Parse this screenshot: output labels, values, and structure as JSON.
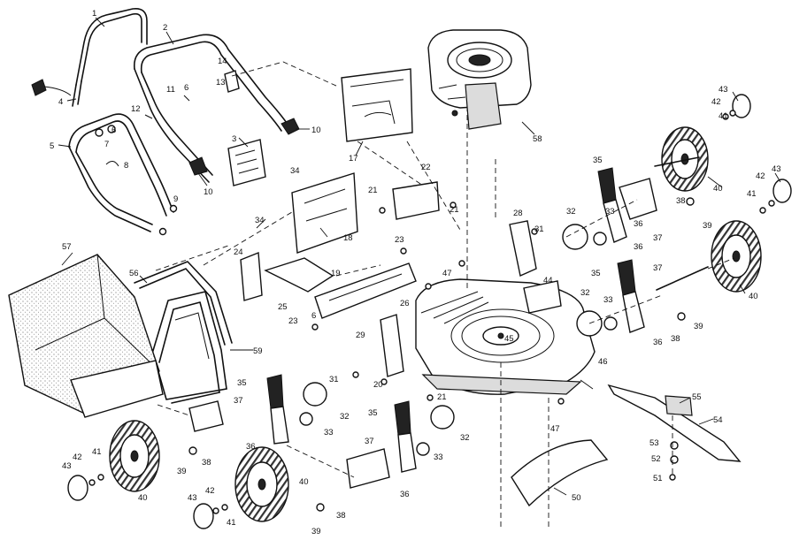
{
  "callouts": [
    {
      "id": "c1",
      "text": "1"
    },
    {
      "id": "c2",
      "text": "2"
    },
    {
      "id": "c3",
      "text": "3"
    },
    {
      "id": "c4",
      "text": "4"
    },
    {
      "id": "c5",
      "text": "5"
    },
    {
      "id": "c6a",
      "text": "6"
    },
    {
      "id": "c6b",
      "text": "6"
    },
    {
      "id": "c6c",
      "text": "6"
    },
    {
      "id": "c7",
      "text": "7"
    },
    {
      "id": "c8",
      "text": "8"
    },
    {
      "id": "c9",
      "text": "9"
    },
    {
      "id": "c10a",
      "text": "10"
    },
    {
      "id": "c10b",
      "text": "10"
    },
    {
      "id": "c11",
      "text": "11"
    },
    {
      "id": "c12",
      "text": "12"
    },
    {
      "id": "c13",
      "text": "13"
    },
    {
      "id": "c14",
      "text": "14"
    },
    {
      "id": "c17",
      "text": "17"
    },
    {
      "id": "c18",
      "text": "18"
    },
    {
      "id": "c19",
      "text": "19"
    },
    {
      "id": "c20",
      "text": "20"
    },
    {
      "id": "c21a",
      "text": "21"
    },
    {
      "id": "c21b",
      "text": "21"
    },
    {
      "id": "c21c",
      "text": "21"
    },
    {
      "id": "c22",
      "text": "22"
    },
    {
      "id": "c23a",
      "text": "23"
    },
    {
      "id": "c23b",
      "text": "23"
    },
    {
      "id": "c24",
      "text": "24"
    },
    {
      "id": "c25",
      "text": "25"
    },
    {
      "id": "c26",
      "text": "26"
    },
    {
      "id": "c28",
      "text": "28"
    },
    {
      "id": "c29",
      "text": "29"
    },
    {
      "id": "c31a",
      "text": "31"
    },
    {
      "id": "c31b",
      "text": "31"
    },
    {
      "id": "c32a",
      "text": "32"
    },
    {
      "id": "c32b",
      "text": "32"
    },
    {
      "id": "c32c",
      "text": "32"
    },
    {
      "id": "c32d",
      "text": "32"
    },
    {
      "id": "c33a",
      "text": "33"
    },
    {
      "id": "c33b",
      "text": "33"
    },
    {
      "id": "c33c",
      "text": "33"
    },
    {
      "id": "c33d",
      "text": "33"
    },
    {
      "id": "c34a",
      "text": "34"
    },
    {
      "id": "c34b",
      "text": "34"
    },
    {
      "id": "c35a",
      "text": "35"
    },
    {
      "id": "c35b",
      "text": "35"
    },
    {
      "id": "c35c",
      "text": "35"
    },
    {
      "id": "c35d",
      "text": "35"
    },
    {
      "id": "c36a",
      "text": "36"
    },
    {
      "id": "c36b",
      "text": "36"
    },
    {
      "id": "c36c",
      "text": "36"
    },
    {
      "id": "c36d",
      "text": "36"
    },
    {
      "id": "c36e",
      "text": "36"
    },
    {
      "id": "c37a",
      "text": "37"
    },
    {
      "id": "c37b",
      "text": "37"
    },
    {
      "id": "c37c",
      "text": "37"
    },
    {
      "id": "c37d",
      "text": "37"
    },
    {
      "id": "c38a",
      "text": "38"
    },
    {
      "id": "c38b",
      "text": "38"
    },
    {
      "id": "c38c",
      "text": "38"
    },
    {
      "id": "c38d",
      "text": "38"
    },
    {
      "id": "c39a",
      "text": "39"
    },
    {
      "id": "c39b",
      "text": "39"
    },
    {
      "id": "c39c",
      "text": "39"
    },
    {
      "id": "c39d",
      "text": "39"
    },
    {
      "id": "c40a",
      "text": "40"
    },
    {
      "id": "c40b",
      "text": "40"
    },
    {
      "id": "c40c",
      "text": "40"
    },
    {
      "id": "c40d",
      "text": "40"
    },
    {
      "id": "c41a",
      "text": "41"
    },
    {
      "id": "c41b",
      "text": "41"
    },
    {
      "id": "c41c",
      "text": "41"
    },
    {
      "id": "c41d",
      "text": "41"
    },
    {
      "id": "c42a",
      "text": "42"
    },
    {
      "id": "c42b",
      "text": "42"
    },
    {
      "id": "c42c",
      "text": "42"
    },
    {
      "id": "c42d",
      "text": "42"
    },
    {
      "id": "c43a",
      "text": "43"
    },
    {
      "id": "c43b",
      "text": "43"
    },
    {
      "id": "c43c",
      "text": "43"
    },
    {
      "id": "c43d",
      "text": "43"
    },
    {
      "id": "c44",
      "text": "44"
    },
    {
      "id": "c45",
      "text": "45"
    },
    {
      "id": "c46",
      "text": "46"
    },
    {
      "id": "c47a",
      "text": "47"
    },
    {
      "id": "c47b",
      "text": "47"
    },
    {
      "id": "c50",
      "text": "50"
    },
    {
      "id": "c51",
      "text": "51"
    },
    {
      "id": "c52",
      "text": "52"
    },
    {
      "id": "c53",
      "text": "53"
    },
    {
      "id": "c54",
      "text": "54"
    },
    {
      "id": "c55",
      "text": "55"
    },
    {
      "id": "c56",
      "text": "56"
    },
    {
      "id": "c57",
      "text": "57"
    },
    {
      "id": "c58",
      "text": "58"
    },
    {
      "id": "c59",
      "text": "59"
    }
  ]
}
